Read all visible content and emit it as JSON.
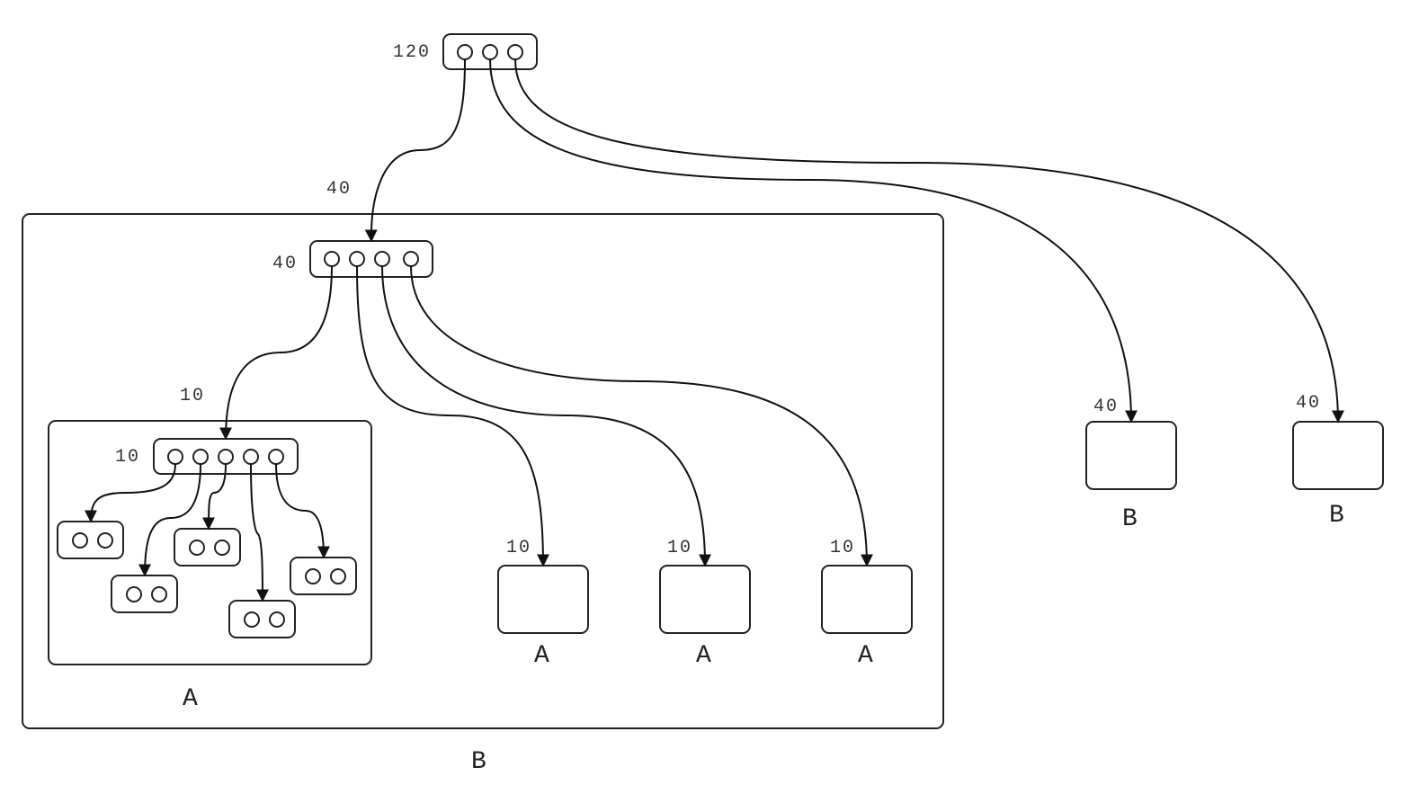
{
  "colors": {
    "stroke": "#222222",
    "text": "#333333",
    "background": "#ffffff"
  },
  "labels": {
    "root_count": "120",
    "edge_40": "40",
    "b_container_count": "40",
    "edge_10": "10",
    "a_container_count": "10",
    "a_box_1_count": "10",
    "a_box_2_count": "10",
    "a_box_3_count": "10",
    "b_box_1_count": "40",
    "b_box_2_count": "40",
    "a_container_tag": "A",
    "a_box_1_tag": "A",
    "a_box_2_tag": "A",
    "a_box_3_tag": "A",
    "b_container_tag": "B",
    "b_box_1_tag": "B",
    "b_box_2_tag": "B"
  }
}
